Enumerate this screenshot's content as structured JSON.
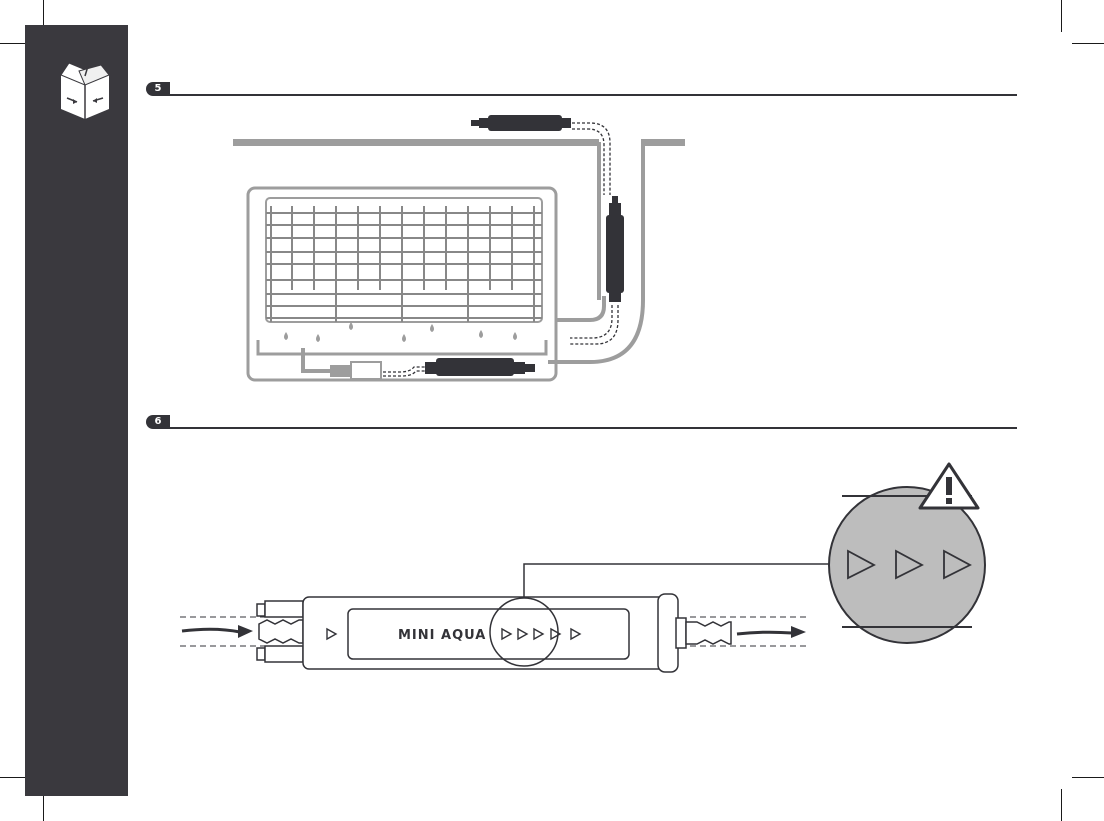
{
  "steps": [
    {
      "number": "5"
    },
    {
      "number": "6"
    }
  ],
  "product": {
    "label": "MINI AQUA"
  },
  "colors": {
    "sidebar": "#3a393e",
    "dark": "#333338",
    "outline_grey": "#9d9d9d",
    "magnifier_fill": "#bdbdbd"
  },
  "icons": {
    "sidebar_icon": "open-box-icon",
    "warning": "warning-triangle-icon"
  }
}
